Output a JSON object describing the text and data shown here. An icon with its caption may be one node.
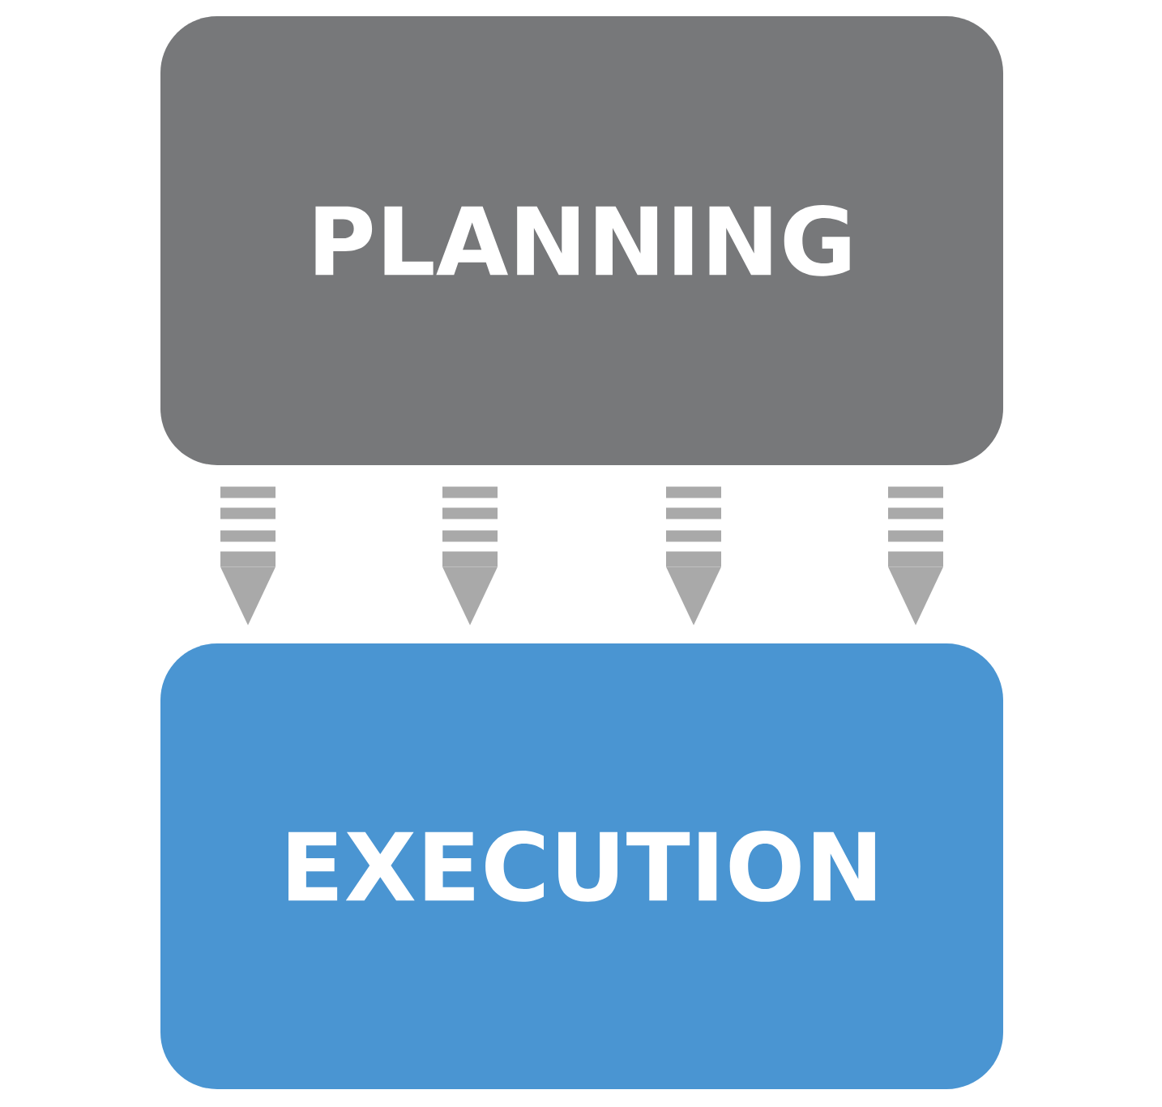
{
  "diagram": {
    "nodes": [
      {
        "text": [
          "PLANNING"
        ]
      },
      {
        "text": [
          "EXECUTION"
        ]
      }
    ],
    "edges": [
      {
        "from": 0,
        "to": 1,
        "arrow": "to"
      },
      {
        "from": 0,
        "to": 1,
        "arrow": "to"
      },
      {
        "from": 0,
        "to": 1,
        "arrow": "to"
      },
      {
        "from": 0,
        "to": 1,
        "arrow": "to"
      }
    ]
  }
}
